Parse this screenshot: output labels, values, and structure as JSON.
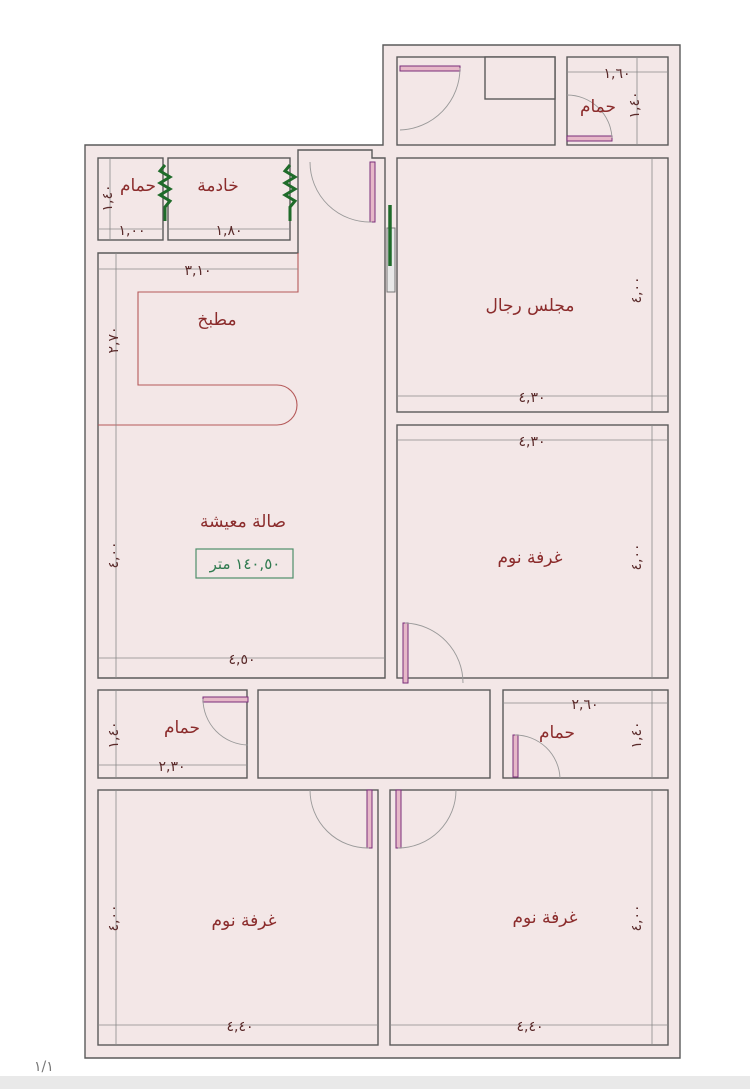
{
  "rooms": {
    "men_majlis": "مجلس رجال",
    "living_hall": "صالة معيشة",
    "kitchen": "مطبخ",
    "maid": "خادمة",
    "bath": "حمام",
    "bedroom": "غرفة نوم"
  },
  "area_label": "١٤٠,٥٠ متر",
  "dimensions": {
    "bath_top_left_w": "١,٠٠",
    "bath_top_left_h": "١,٤٠",
    "maid_w": "١,٨٠",
    "kitchen_w": "٣,١٠",
    "kitchen_h": "٢,٧٠",
    "living_w": "٤,٥٠",
    "living_h": "٤,٠٠",
    "bath_top_right_w": "١,٦٠",
    "bath_top_right_h": "١,٤٠",
    "majlis_w": "٤,٣٠",
    "majlis_h": "٤,٠٠",
    "bedroom_right_w": "٤,٣٠",
    "bedroom_right_h": "٤,٠٠",
    "bath_mid_left_w": "٢,٣٠",
    "bath_mid_left_h": "١,٤٠",
    "bath_mid_right_w": "٢,٦٠",
    "bath_mid_right_h": "١,٤٠",
    "bedroom_bl_w": "٤,٤٠",
    "bedroom_bl_h": "٤,٠٠",
    "bedroom_br_w": "٤,٤٠",
    "bedroom_br_h": "٤,٠٠"
  },
  "page_number": "١/١",
  "colors": {
    "floor": "#f3e7e7",
    "room_text": "#8b2c2c",
    "area_text": "#2f7a4f",
    "partition": "#1f6b2a"
  }
}
